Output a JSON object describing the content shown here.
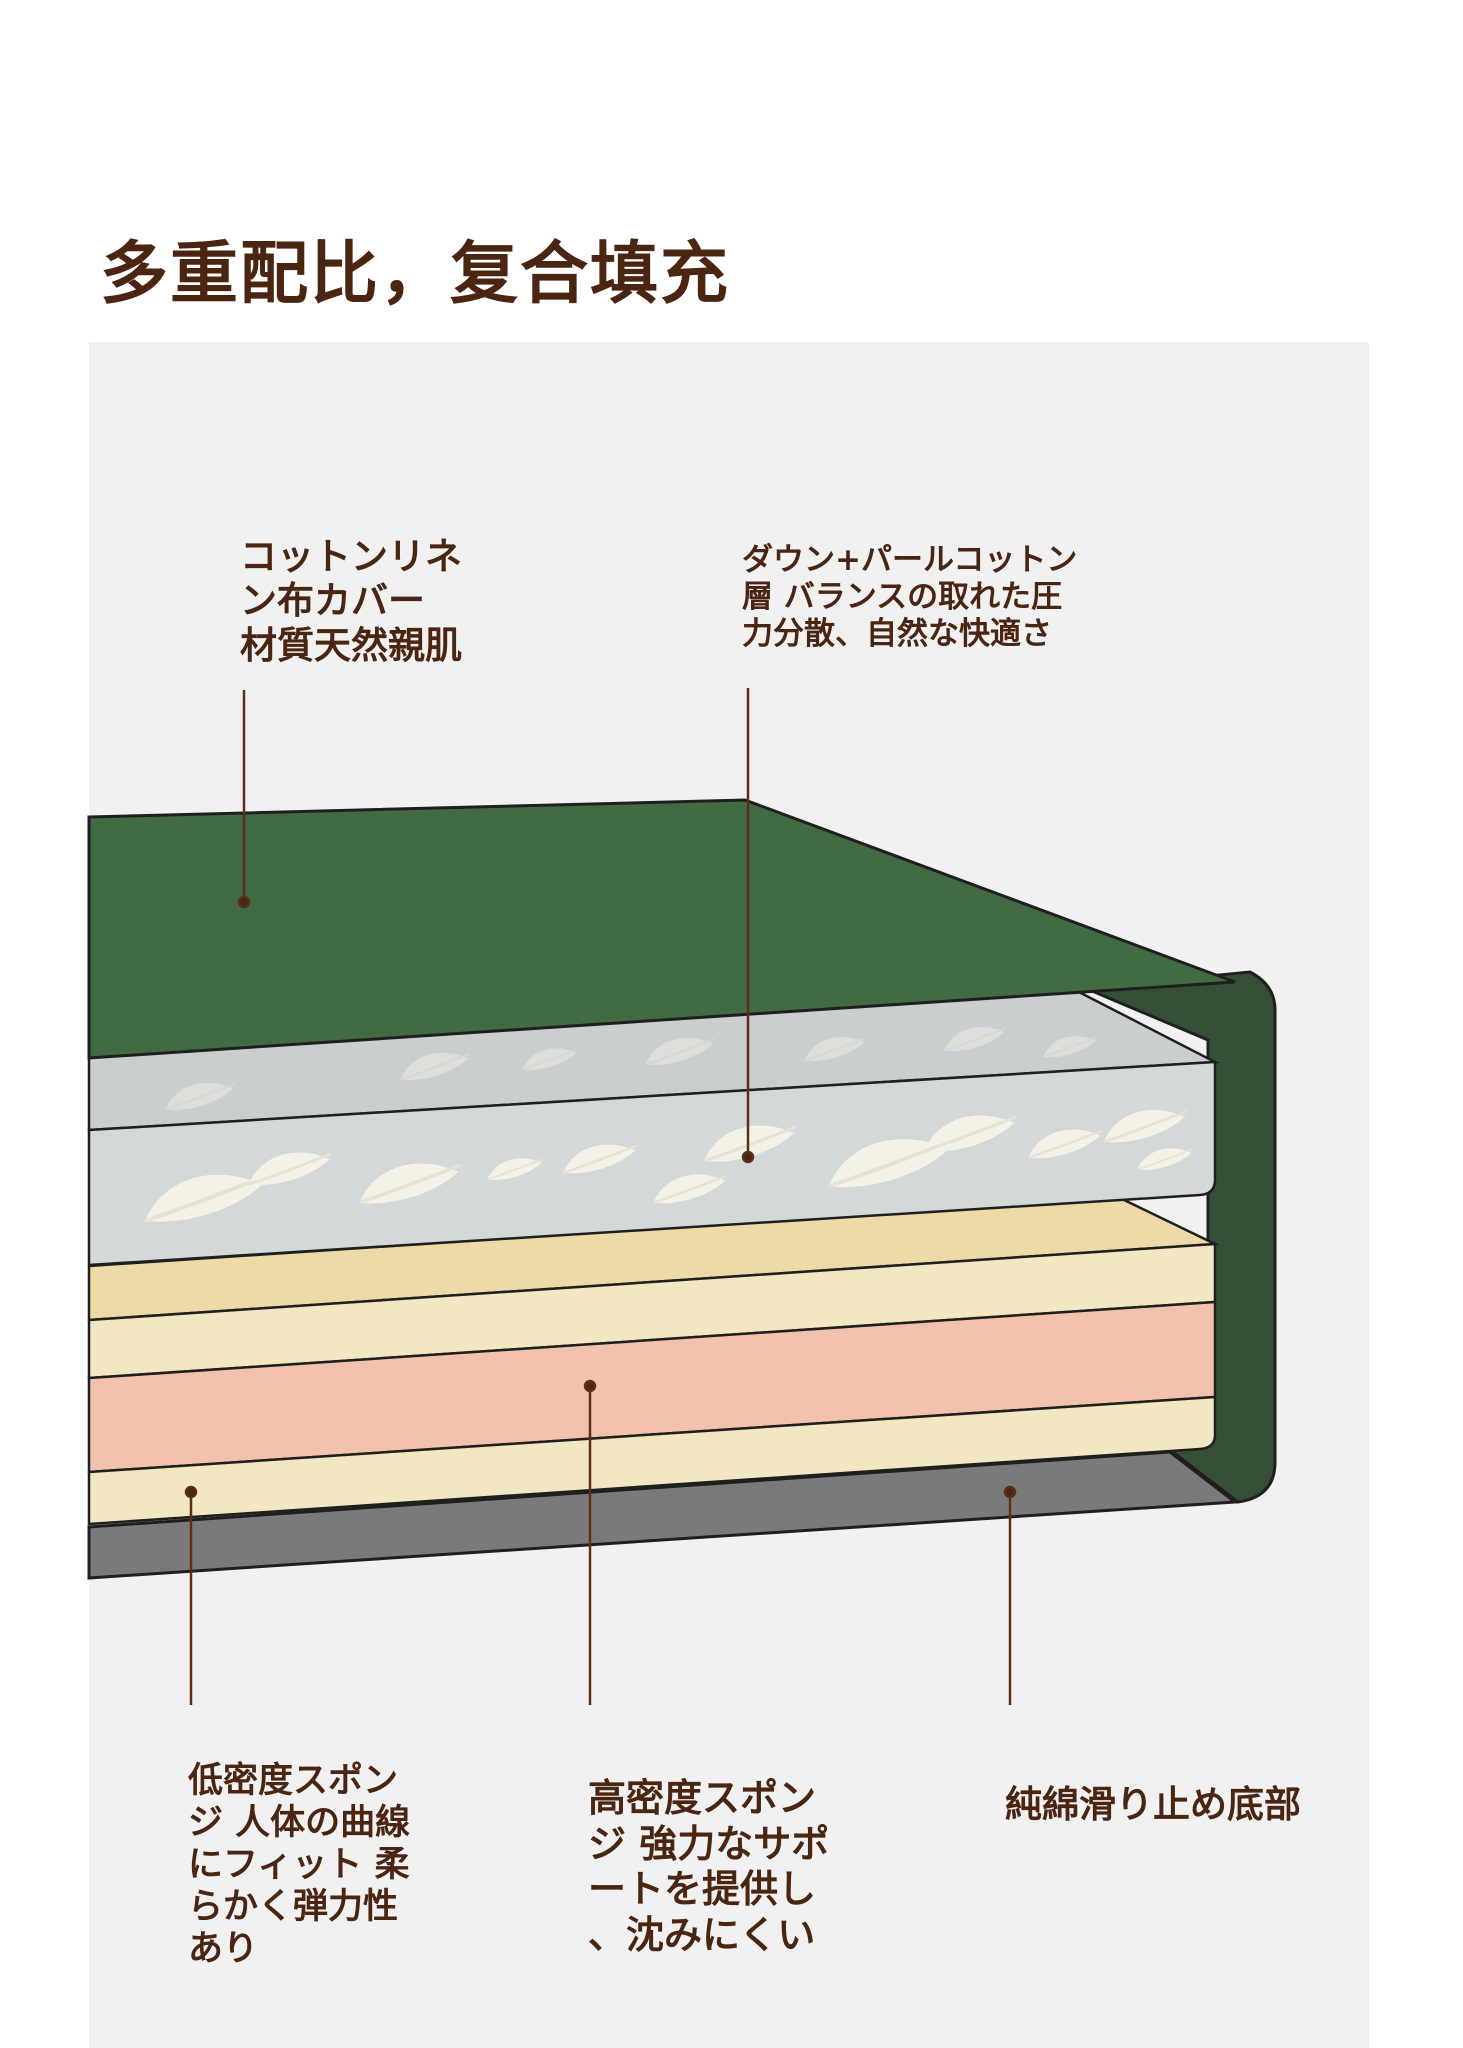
{
  "title": "多重配比，复合填充",
  "labels": {
    "cover": "コットンリネ\nン布カバー\n材質天然親肌",
    "down": "ダウン+パールコットン\n層 バランスの取れた圧\n力分散、自然な快適さ",
    "low_density": "低密度スポン\nジ 人体の曲線\nにフィット 柔\nらかく弾力性\nあり",
    "high_density": "高密度スポン\nジ 強力なサポ\nートを提供し\n、沈みにくい",
    "base": "純綿滑り止め底部"
  },
  "icons": [
    "feather-icon"
  ],
  "colors": {
    "title_text": "#4a2512",
    "leader_line": "#5a2e17",
    "panel_bg": "#f1f1f1",
    "cover_green": "#426a43",
    "cover_dark_green": "#354f36",
    "down_layer": "#d3d9d9",
    "feather": "#f4f1e6",
    "low_density_sponge": "#f3e6c2",
    "sponge_top": "#eedaa7",
    "high_density_sponge": "#f2c2af",
    "base_gray": "#7a7a7a"
  }
}
